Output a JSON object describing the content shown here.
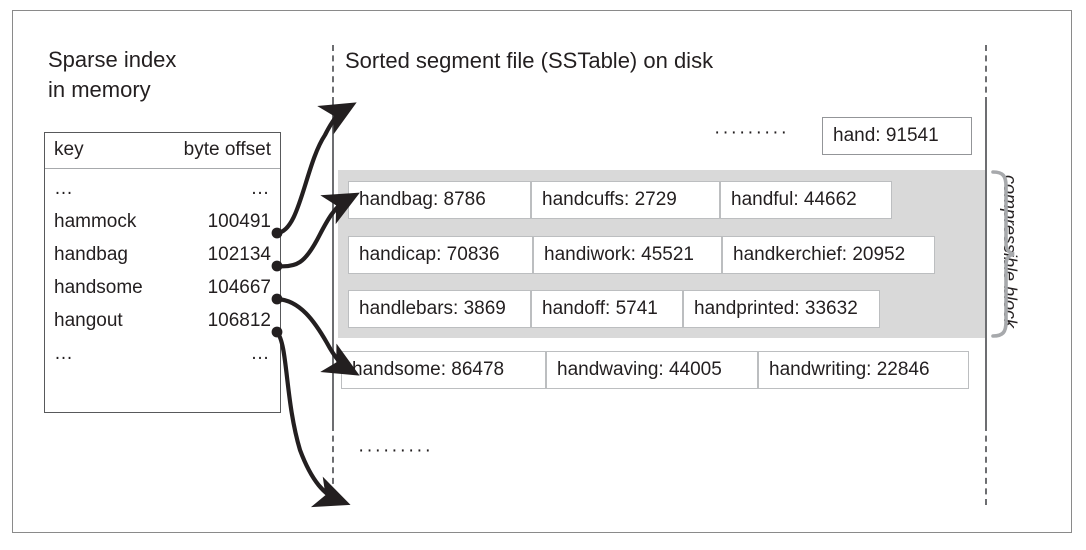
{
  "figure": {
    "left_heading": "Sparse index\nin memory",
    "right_heading": "Sorted segment file (SSTable) on disk",
    "side_label": "compressible block"
  },
  "sparse_index": {
    "columns": [
      "key",
      "byte offset"
    ],
    "rows": [
      {
        "key": "…",
        "offset": "…"
      },
      {
        "key": "hammock",
        "offset": "100491"
      },
      {
        "key": "handbag",
        "offset": "102134"
      },
      {
        "key": "handsome",
        "offset": "104667"
      },
      {
        "key": "hangout",
        "offset": "106812"
      },
      {
        "key": "…",
        "offset": "…"
      }
    ]
  },
  "segment_file": {
    "top_dots": "·········",
    "bottom_dots": "·········",
    "top_row": {
      "entries": [
        "hand: 91541"
      ]
    },
    "block_rows": [
      {
        "entries": [
          "handbag: 8786",
          "handcuffs: 2729",
          "handful: 44662"
        ]
      },
      {
        "entries": [
          "handicap: 70836",
          "handiwork: 45521",
          "handkerchief: 20952"
        ]
      },
      {
        "entries": [
          "handlebars: 3869",
          "handoff: 5741",
          "handprinted: 33632"
        ]
      }
    ],
    "after_block_row": {
      "entries": [
        "handsome: 86478",
        "handwaving: 44005",
        "handwriting: 22846"
      ]
    }
  },
  "colors": {
    "block_fill": "#d9d9d9",
    "entry_border": "#bcbec0",
    "rule": "#6d6e71",
    "text": "#231f20",
    "frame": "#8a8a8a"
  }
}
